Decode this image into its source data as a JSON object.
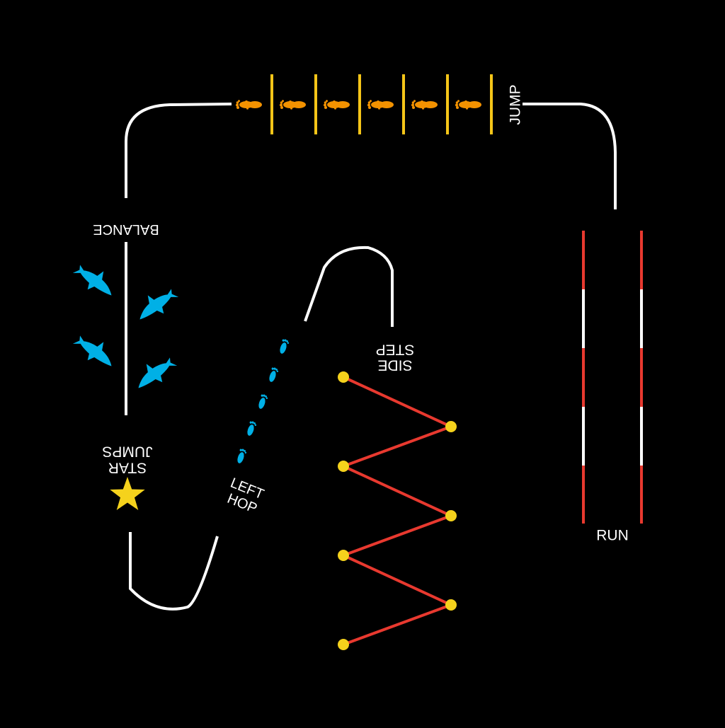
{
  "labels": {
    "jump": "JUMP",
    "balance": "BALANCE",
    "run": "RUN",
    "side_step_line1": "SIDE",
    "side_step_line2": "STEP",
    "star_jumps_line1": "STAR",
    "star_jumps_line2": "JUMPS",
    "left_hop_line1": "LEFT",
    "left_hop_line2": "HOP"
  },
  "colors": {
    "background": "#000000",
    "path": "#ffffff",
    "jump_bar": "#f5c518",
    "jump_feet": "#f39200",
    "shark": "#00b0e6",
    "hop_foot": "#00b0e6",
    "zigzag_line": "#e8392f",
    "zigzag_dot": "#f5d21c",
    "star": "#f5d21c",
    "run_red": "#e8392f",
    "run_white": "#ffffff"
  },
  "icons": {
    "jump_feet": "feet-pair-icon",
    "sharks": "shark-icon",
    "hop_footprints": "footprint-icon",
    "star": "star-icon"
  },
  "jump_zone": {
    "bar_count": 6,
    "feet_count": 6
  },
  "balance_zone": {
    "shark_count": 4
  },
  "left_hop_zone": {
    "footprint_count": 5
  },
  "side_step_zone": {
    "dot_count": 7
  },
  "run_zone": {
    "lane_count": 2,
    "segment_count": 5
  }
}
